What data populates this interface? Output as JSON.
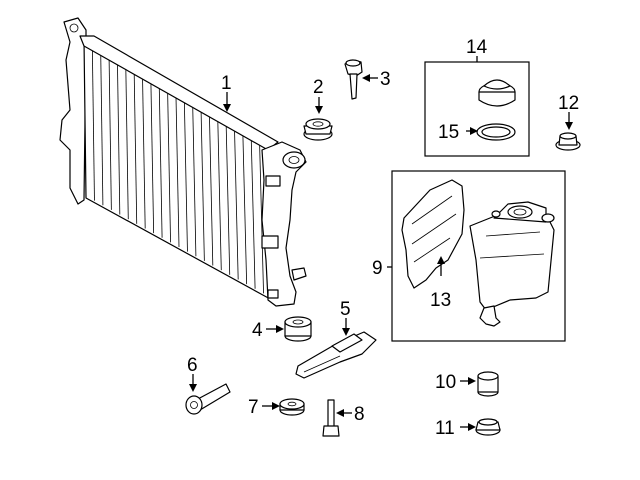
{
  "callouts": {
    "c1": "1",
    "c2": "2",
    "c3": "3",
    "c4": "4",
    "c5": "5",
    "c6": "6",
    "c7": "7",
    "c8": "8",
    "c9": "9",
    "c10": "10",
    "c11": "11",
    "c12": "12",
    "c13": "13",
    "c14": "14",
    "c15": "15"
  },
  "icons": {
    "radiator": "radiator-icon",
    "cap": "reservoir-cap-icon",
    "reservoir": "coolant-reservoir-icon"
  }
}
